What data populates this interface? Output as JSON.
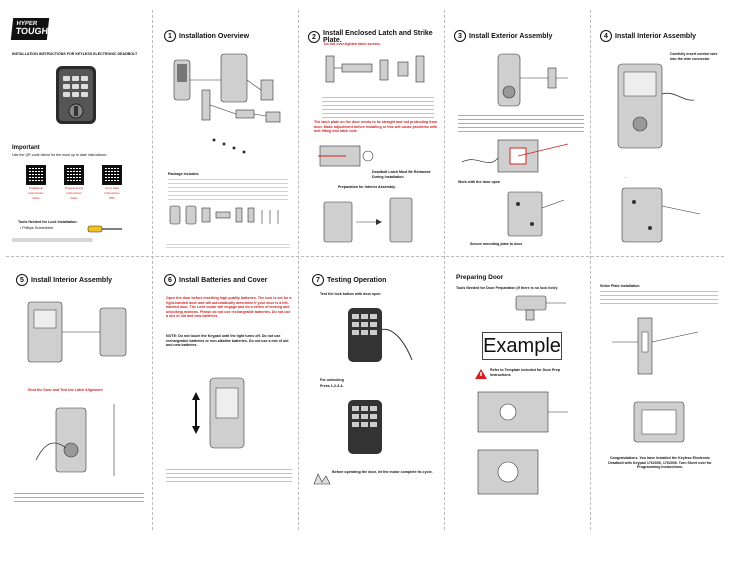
{
  "brand": {
    "line1": "HYPER",
    "line2": "TOUGH"
  },
  "cover": {
    "title": "INSTALLATION INSTRUCTIONS FOR KEYLESS ELECTRONIC DEADBOLT",
    "important": "Important",
    "qr_intro": "Use the QR code below for the most up to date instructions:",
    "qr_labels": [
      {
        "line1": "Installation",
        "line2": "Instructions",
        "line3": "Video"
      },
      {
        "line1": "Programming",
        "line2": "Instructions",
        "line3": "Video"
      },
      {
        "line1": "Up to Date",
        "line2": "Instructions",
        "line3": "PDF"
      }
    ],
    "tools_title": "Tools Needed for Lock Installation:",
    "tools_item": "• Phillips Screwdriver"
  },
  "steps": [
    {
      "num": "1",
      "title": "Installation Overview"
    },
    {
      "num": "2",
      "title": "Install Enclosed Latch and Strike Plate."
    },
    {
      "num": "3",
      "title": "Install Exterior Assembly"
    },
    {
      "num": "4",
      "title": "Install Interior Assembly"
    },
    {
      "num": "5",
      "title": "Install Interior Assembly"
    },
    {
      "num": "6",
      "title": "Install Batteries and Cover"
    },
    {
      "num": "7",
      "title": "Testing Operation"
    }
  ],
  "step1": {
    "package_title": "Package Includes:"
  },
  "step2": {
    "subtitle": "Do not over-tighten latch screws.",
    "warning": "The latch plate on the door needs to be straight and not protruding from door. Make adjustment before installing or this will cause problems with bolt lifting into latch hole.",
    "deadbolt_note": "Deadbolt Latch Must Be Retracted During Installation.",
    "prep_title": "Preparation for Interior Assembly."
  },
  "step3": {
    "door_open": "Work with the door open",
    "secure": "Secure mounting plate to door"
  },
  "step4": {
    "note": "Carefully insert control wire into the wire connector"
  },
  "step5": {
    "shut_note": "Shut the Door and Test the Latch Alignment"
  },
  "step6": {
    "warning": "Open the door before inserting high quality batteries. The lock is set for a right-handed door and will automatically determine if your door is a left-handed door. The Lock motor will engage and do a series of locking and unlocking motions. Please do not use rechargeable batteries. Do not use a mix of old and new batteries.",
    "note": "NOTE: Do not touch the Keypad until the light turns off. Do not use rechargeable batteries or non-alkaline batteries. Do not use a mix of old and new batteries."
  },
  "step7": {
    "test_title": "Test the lock button with door open",
    "unlock_label": "For unlocking",
    "unlock_code": "Press 1-2-3-4-",
    "close_note": "Before operating the door, let the motor complete its cycle."
  },
  "prep": {
    "title": "Preparing Door",
    "tools": "Tools Needed for Door Preparation (if there is no lock hole):",
    "example": "Example",
    "template_note": "Refer to Template included for Door Prep Instructions"
  },
  "strike": {
    "title": "Strike Plate Installation",
    "congrats": "Congratulations. You have installed the Keyless Electronic Deadbolt with Keypad 1762006, 1762006. Turn Sheet over for Programming Instructions."
  },
  "colors": {
    "accent_red": "#d32020"
  }
}
